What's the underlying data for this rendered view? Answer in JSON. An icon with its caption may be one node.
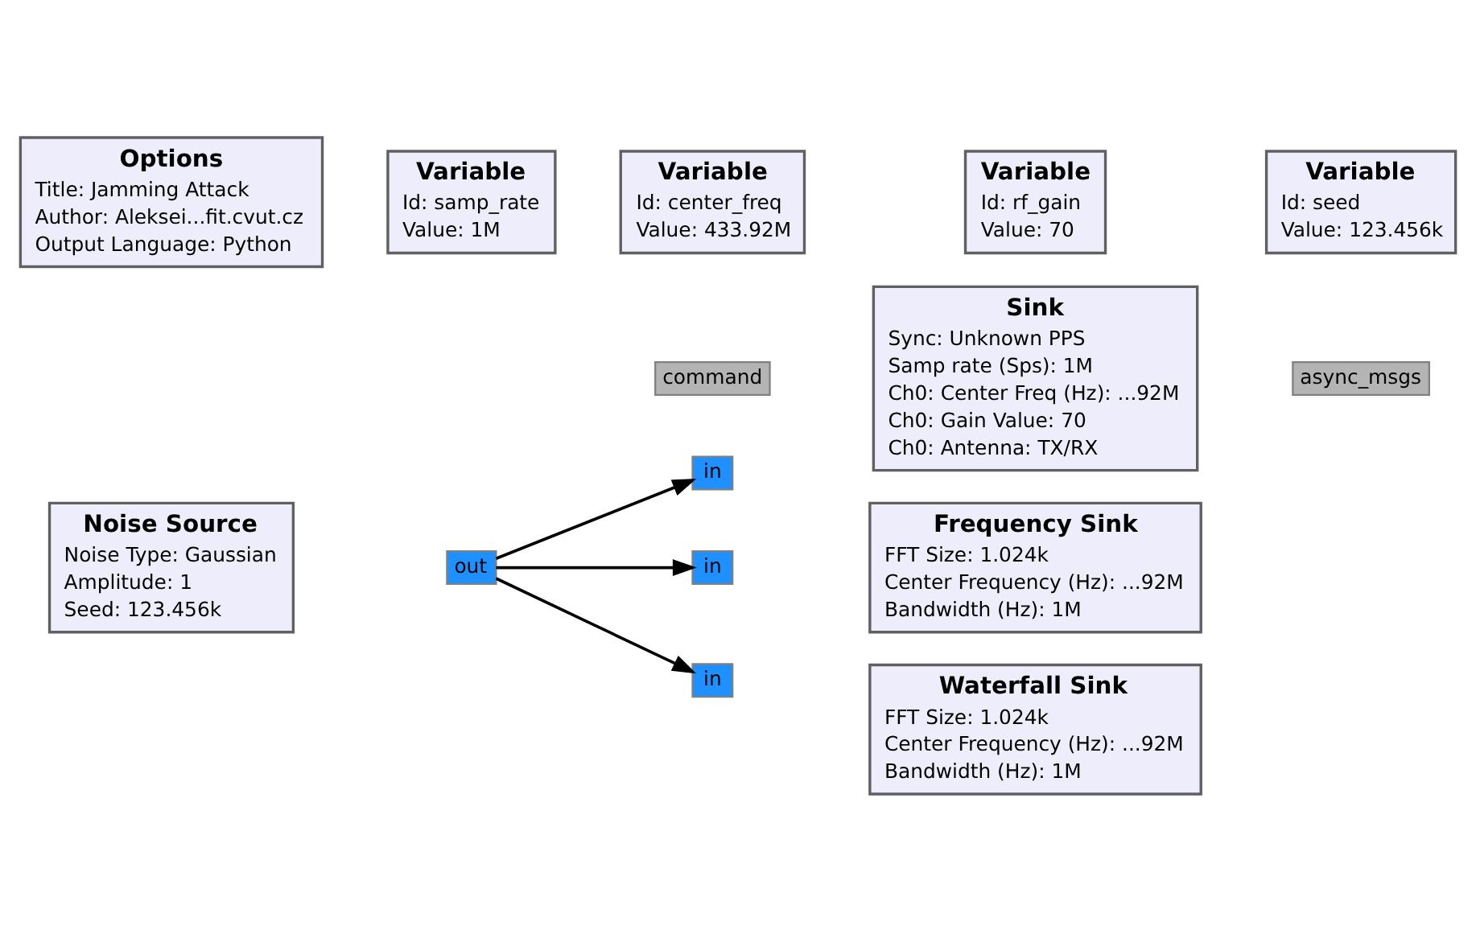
{
  "diagram": {
    "nodes": [
      {
        "text": [
          "Options",
          "Title: Jamming Attack",
          "Author: Aleksei...fit.cvut.cz",
          "Output Language: Python"
        ]
      },
      {
        "text": [
          "Variable",
          "Id: samp_rate",
          "Value: 1M"
        ]
      },
      {
        "text": [
          "Variable",
          "Id: center_freq",
          "Value: 433.92M"
        ]
      },
      {
        "text": [
          "Variable",
          "Id: rf_gain",
          "Value: 70"
        ]
      },
      {
        "text": [
          "Variable",
          "Id: seed",
          "Value: 123.456k"
        ]
      },
      {
        "text": [
          "Noise Source",
          "Noise Type: Gaussian",
          "Amplitude: 1",
          "Seed: 123.456k"
        ]
      },
      {
        "text": [
          "out"
        ]
      },
      {
        "text": [
          "command"
        ]
      },
      {
        "text": [
          "Sink",
          "Sync: Unknown PPS",
          "Samp rate (Sps): 1M",
          "Ch0: Center Freq (Hz): ...92M",
          "Ch0: Gain Value: 70",
          "Ch0: Antenna: TX/RX"
        ]
      },
      {
        "text": [
          "in"
        ]
      },
      {
        "text": [
          "async_msgs"
        ]
      },
      {
        "text": [
          "Frequency Sink",
          "FFT Size: 1.024k",
          "Center Frequency (Hz): ...92M",
          "Bandwidth (Hz): 1M"
        ]
      },
      {
        "text": [
          "in"
        ]
      },
      {
        "text": [
          "Waterfall Sink",
          "FFT Size: 1.024k",
          "Center Frequency (Hz): ...92M",
          "Bandwidth (Hz): 1M"
        ]
      },
      {
        "text": [
          "in"
        ]
      }
    ],
    "edges": [
      {
        "from": 6,
        "to": 9,
        "arrow": "to"
      },
      {
        "from": 6,
        "to": 12,
        "arrow": "to"
      },
      {
        "from": 6,
        "to": 14,
        "arrow": "to"
      }
    ]
  }
}
